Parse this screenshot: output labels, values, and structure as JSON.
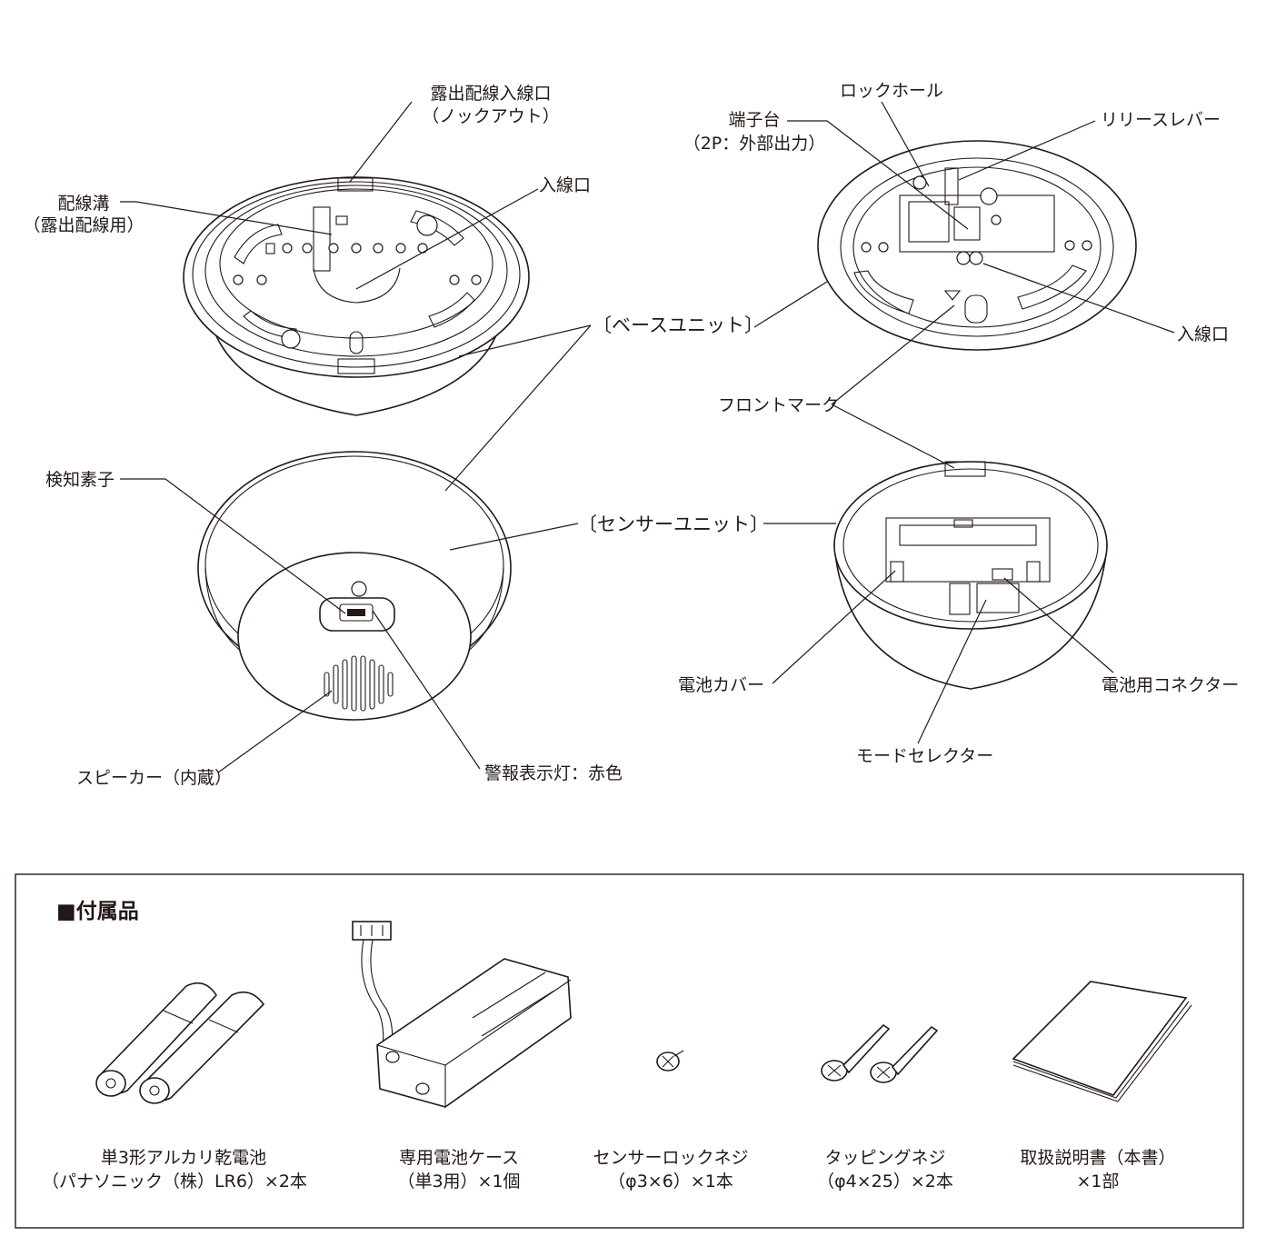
{
  "labels": {
    "exposed_inlet_1": "露出配線入線口",
    "exposed_inlet_2": "（ノックアウト）",
    "wiring_groove_1": "配線溝",
    "wiring_groove_2": "（露出配線用）",
    "inlet_left": "入線口",
    "base_unit": "〔ベースユニット〕",
    "lock_hole": "ロックホール",
    "terminal_1": "端子台",
    "terminal_2": "（2P：外部出力）",
    "release_lever": "リリースレバー",
    "inlet_right": "入線口",
    "front_mark": "フロントマーク",
    "sensing_element": "検知素子",
    "sensor_unit": "〔センサーユニット〕",
    "speaker": "スピーカー（内蔵）",
    "alarm_lamp": "警報表示灯：赤色",
    "battery_cover": "電池カバー",
    "battery_connector": "電池用コネクター",
    "mode_selector": "モードセレクター"
  },
  "accessories": {
    "title": "■付属品",
    "items": [
      {
        "line1": "単3形アルカリ乾電池",
        "line2": "（パナソニック（株）LR6）×2本",
        "icon": "battery-icon"
      },
      {
        "line1": "専用電池ケース",
        "line2": "（単3用）×1個",
        "icon": "battery-case-icon"
      },
      {
        "line1": "センサーロックネジ",
        "line2": "（φ3×6）×1本",
        "icon": "screw-icon"
      },
      {
        "line1": "タッピングネジ",
        "line2": "（φ4×25）×2本",
        "icon": "tapping-screw-icon"
      },
      {
        "line1": "取扱説明書（本書）",
        "line2": "×1部",
        "icon": "manual-icon"
      }
    ]
  }
}
